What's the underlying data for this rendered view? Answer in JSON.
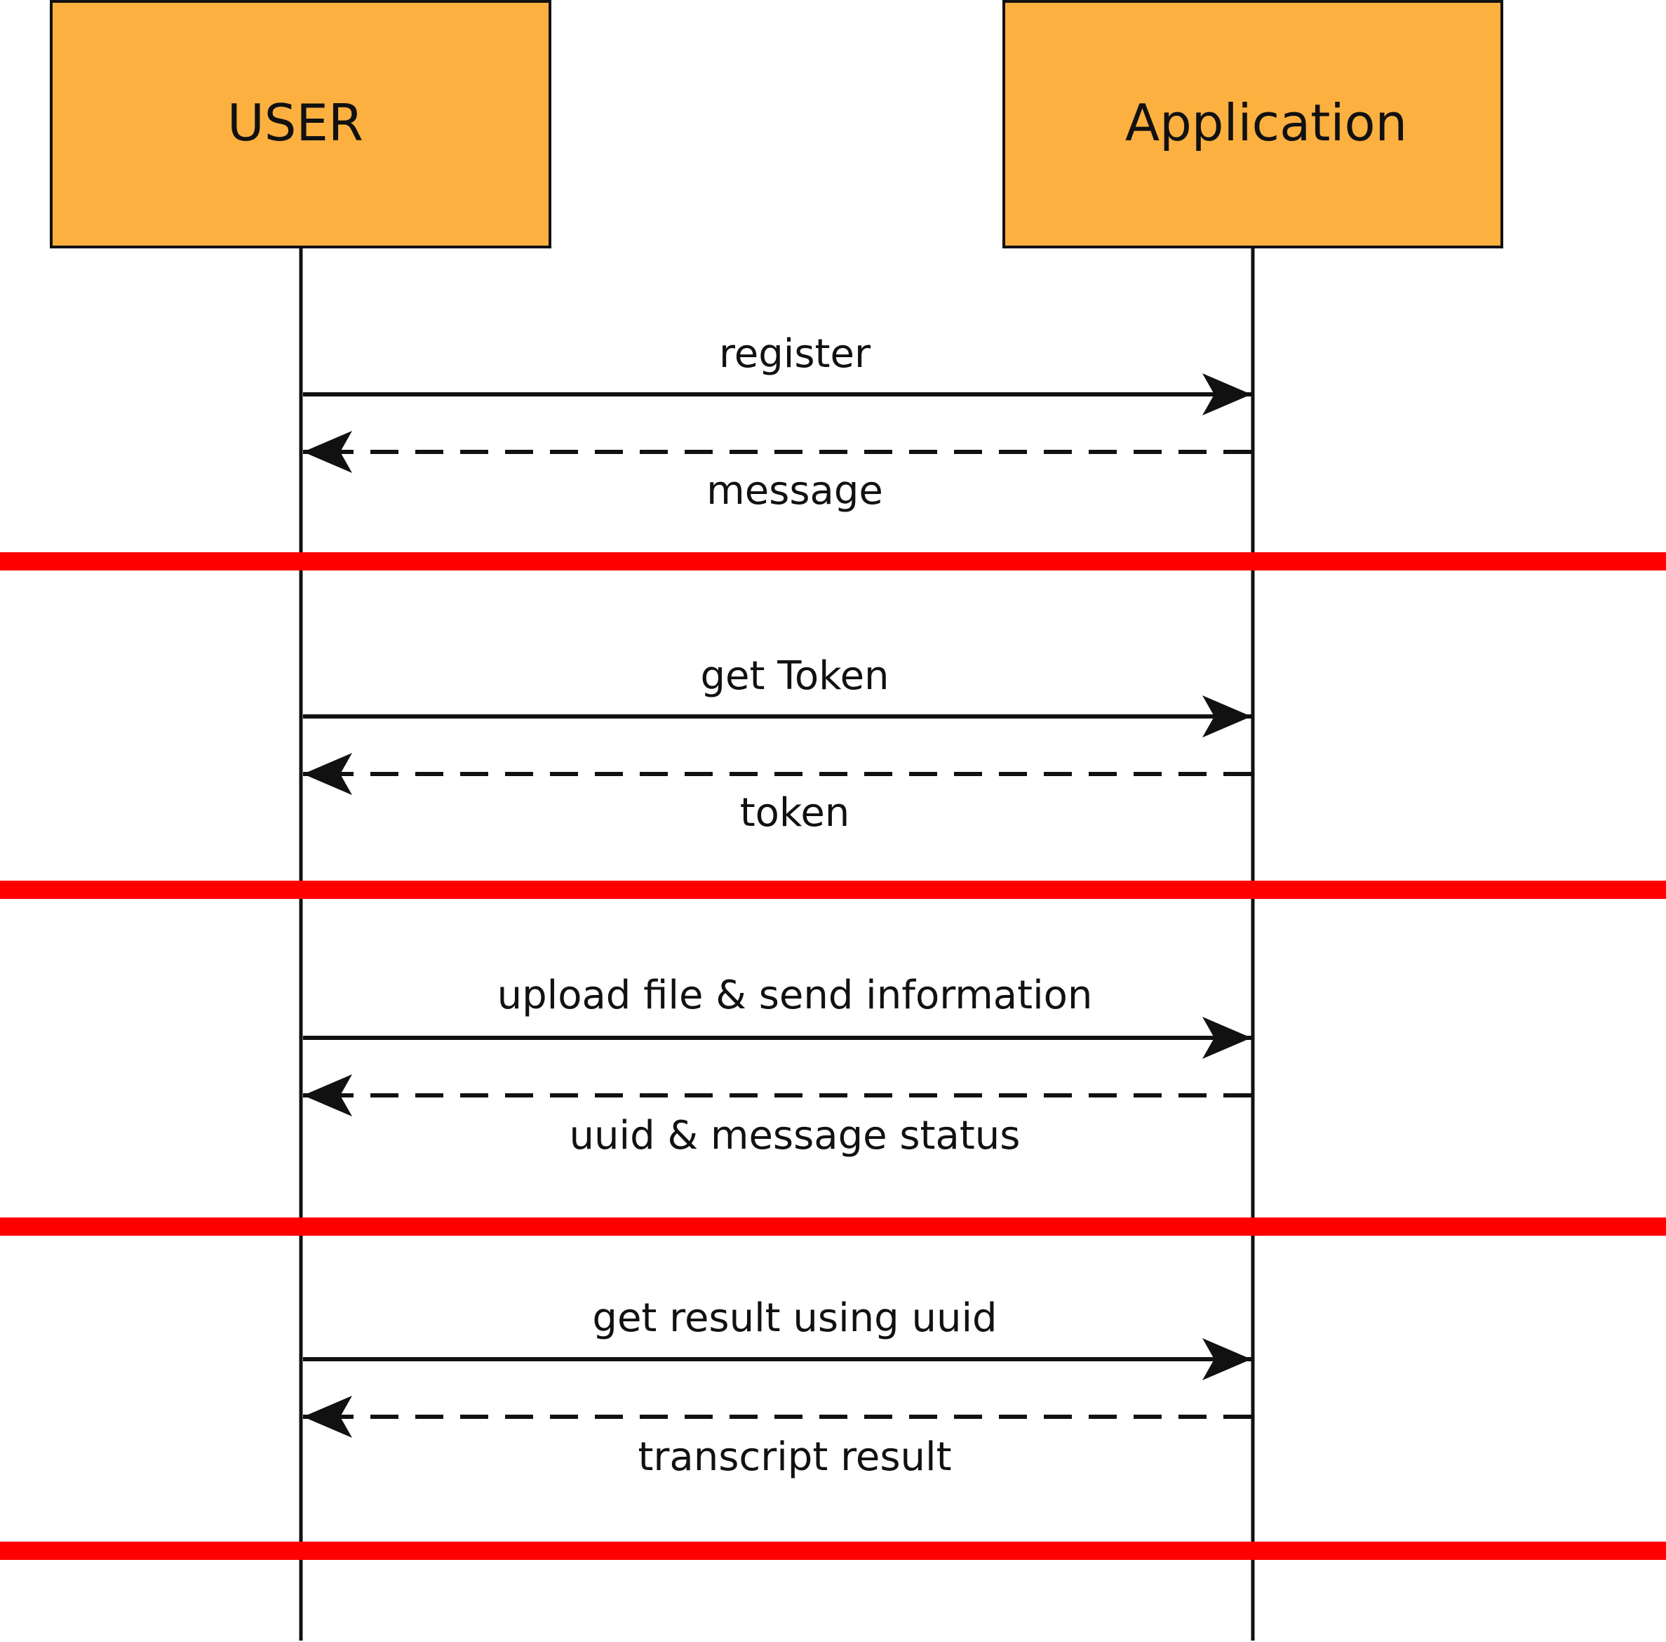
{
  "colors": {
    "actor_fill": "#FBB040",
    "actor_stroke": "#111111",
    "lifeline": "#111111",
    "separator": "#FF0000",
    "arrow": "#111111"
  },
  "actors": [
    {
      "id": "user",
      "label": "USER"
    },
    {
      "id": "app",
      "label": "Application"
    }
  ],
  "messages": [
    {
      "from": "user",
      "to": "app",
      "label": "register",
      "style": "solid"
    },
    {
      "from": "app",
      "to": "user",
      "label": "message",
      "style": "dashed"
    },
    {
      "from": "user",
      "to": "app",
      "label": "get Token",
      "style": "solid"
    },
    {
      "from": "app",
      "to": "user",
      "label": "token",
      "style": "dashed"
    },
    {
      "from": "user",
      "to": "app",
      "label": "upload file & send information",
      "style": "solid"
    },
    {
      "from": "app",
      "to": "user",
      "label": "uuid & message status",
      "style": "dashed"
    },
    {
      "from": "user",
      "to": "app",
      "label": "get result using uuid",
      "style": "solid"
    },
    {
      "from": "app",
      "to": "user",
      "label": "transcript result",
      "style": "dashed"
    }
  ],
  "separator_count": 4
}
